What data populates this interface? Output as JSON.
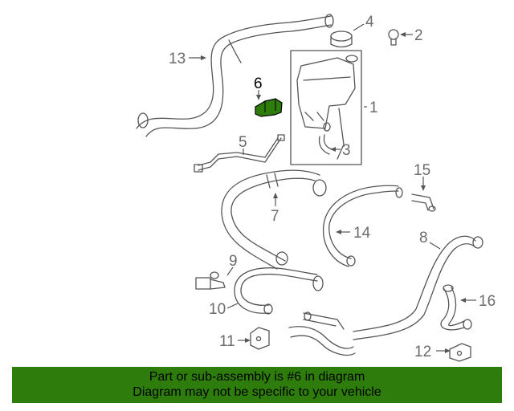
{
  "callouts": {
    "c1": "1",
    "c2": "2",
    "c3": "3",
    "c4": "4",
    "c5": "5",
    "c6": "6",
    "c7": "7",
    "c8": "8",
    "c9": "9",
    "c10": "10",
    "c11": "11",
    "c12": "12",
    "c13": "13",
    "c14": "14",
    "c15": "15",
    "c16": "16"
  },
  "highlight_color": "#2e7d0c",
  "banner": {
    "line1": "Part or sub-assembly is #6 in diagram",
    "line2": "Diagram may not be specific to your vehicle"
  }
}
